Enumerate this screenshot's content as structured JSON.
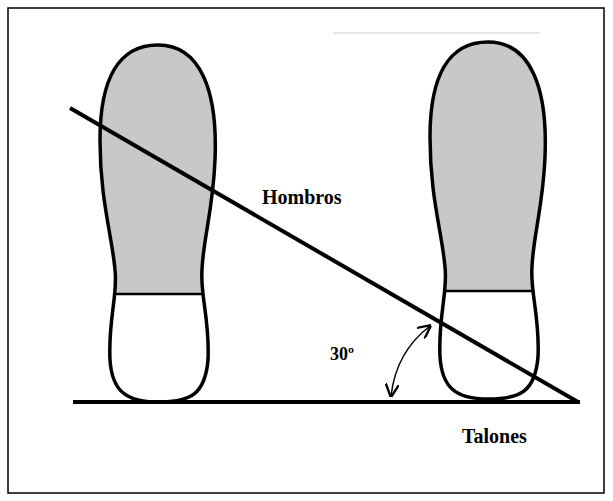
{
  "diagram": {
    "labels": [
      "Hombros",
      "30º",
      "Talones"
    ]
  }
}
